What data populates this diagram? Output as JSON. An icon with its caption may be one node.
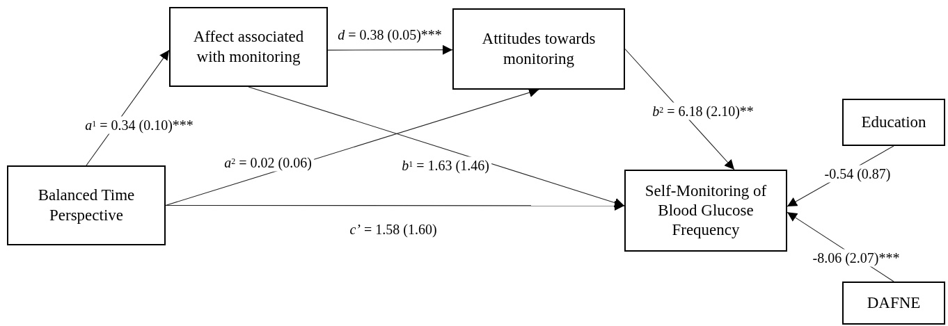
{
  "diagram": {
    "nodes": [
      {
        "text": [
          "Affect associated with monitoring"
        ]
      },
      {
        "text": [
          "Attitudes towards monitoring"
        ]
      },
      {
        "text": [
          "Balanced Time Perspective"
        ]
      },
      {
        "text": [
          "Self-Monitoring of Blood Glucose Frequency"
        ]
      },
      {
        "text": [
          "Education"
        ]
      },
      {
        "text": [
          "DAFNE"
        ]
      }
    ],
    "edges": [
      {
        "from": 2,
        "to": 0,
        "arrow": "to",
        "label": "*a*$^{1}$ = 0.34 (0.10)***"
      },
      {
        "from": 0,
        "to": 1,
        "arrow": "to",
        "label": "*d* = 0.38 (0.05)***"
      },
      {
        "from": 2,
        "to": 1,
        "arrow": "to",
        "label": "*a*$^{2}$ = 0.02 (0.06)"
      },
      {
        "from": 0,
        "to": 3,
        "arrow": "to",
        "label": "*b*$^{1}$ = 1.63 (1.46)"
      },
      {
        "from": 1,
        "to": 3,
        "arrow": "to",
        "label": "*b*$^{2}$ = 6.18 (2.10)**"
      },
      {
        "from": 2,
        "to": 3,
        "arrow": "to",
        "label": "*c’* = 1.58 (1.60)"
      },
      {
        "from": 4,
        "to": 3,
        "arrow": "to",
        "label": "-0.54 (0.87)"
      },
      {
        "from": 5,
        "to": 3,
        "arrow": "to",
        "label": "-8.06 (2.07)***"
      }
    ]
  }
}
